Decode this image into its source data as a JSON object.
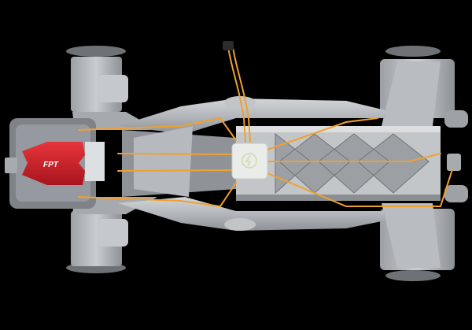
{
  "image": {
    "subject": "Top-down 3D render of a hybrid race car chassis",
    "background_color": "#000000",
    "engine_logo": "FPT",
    "colors": {
      "chassis": "#b9bcbf",
      "chassis_shadow": "#7d8186",
      "wiring": "#f0a030",
      "engine_cover": "#d3202a",
      "engine_block": "#8c9096",
      "control_unit": "#e9ece9"
    },
    "components": [
      "front-left-upright",
      "front-right-upright",
      "rear-left-upright",
      "rear-right-upright",
      "engine",
      "central-control-unit",
      "lattice-frame",
      "wiring-harness",
      "side-motors"
    ]
  }
}
